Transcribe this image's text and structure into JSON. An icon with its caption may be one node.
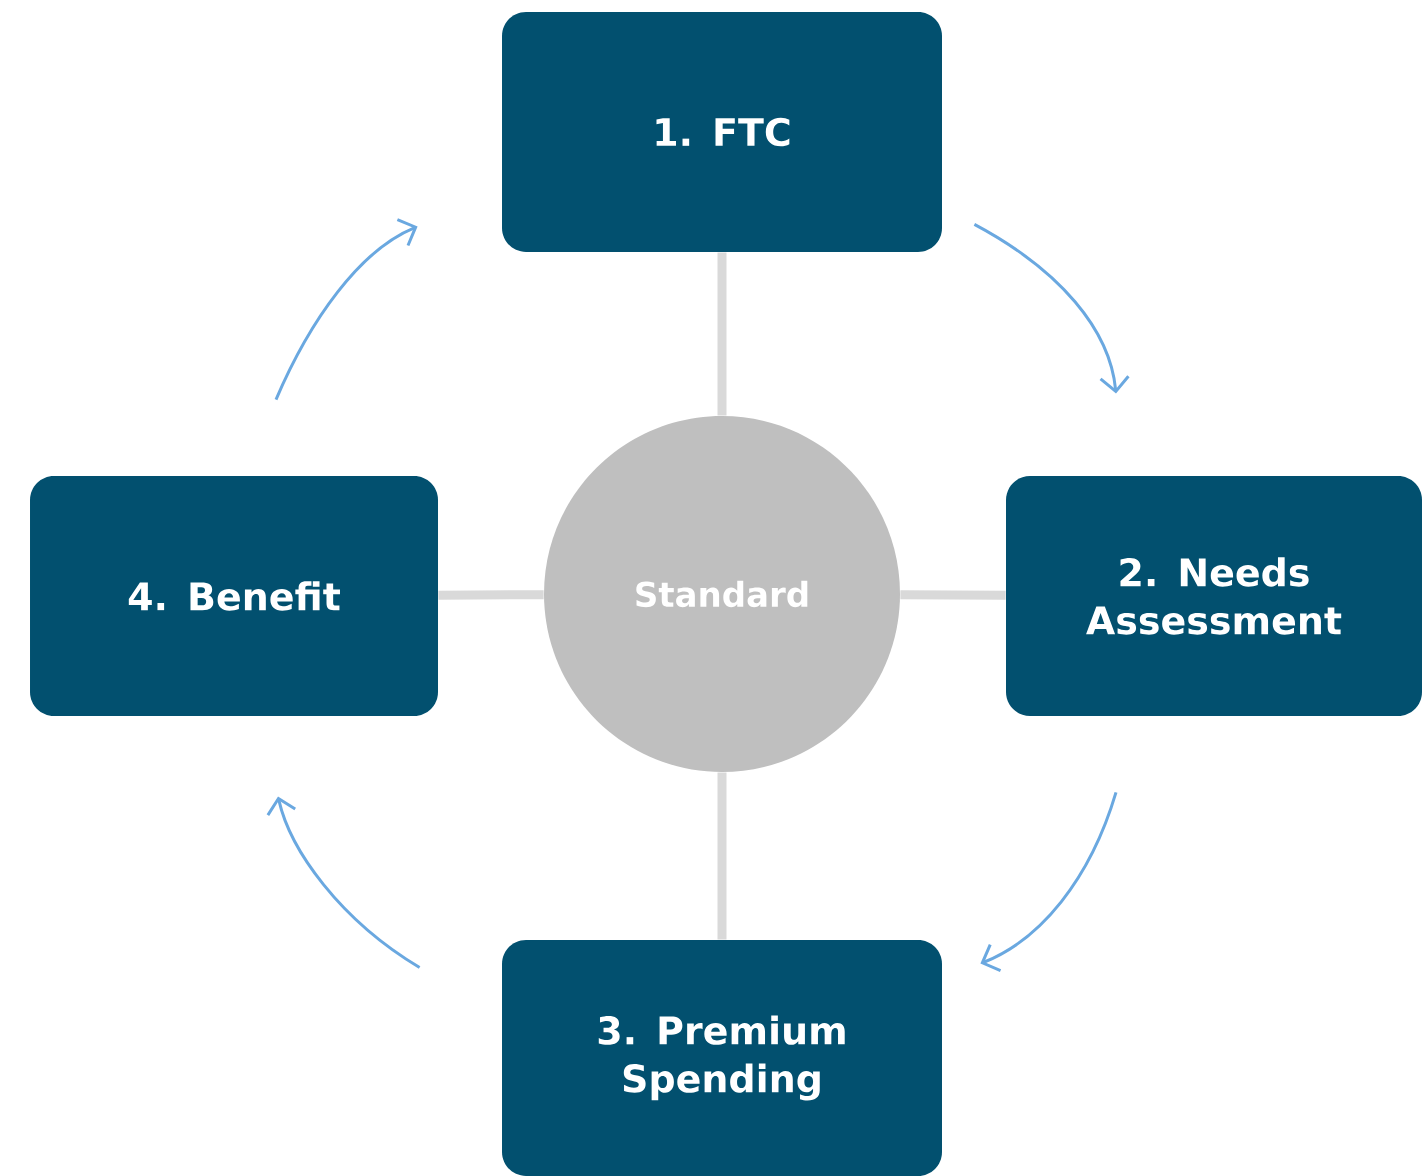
{
  "diagram": {
    "nodes": [
      {
        "text": [
          "1. FTC"
        ]
      },
      {
        "text": [
          "4. Benefit"
        ]
      },
      {
        "text": [
          "Standard"
        ]
      },
      {
        "text": [
          "2. Needs Assessment"
        ]
      },
      {
        "text": [
          "3. Premium Spending"
        ]
      }
    ],
    "edges": [
      {
        "from": 2,
        "to": 0,
        "arrow": "none",
        "style": "thick",
        "color": "#d9d9d9"
      },
      {
        "from": 2,
        "to": 1,
        "arrow": "none",
        "style": "thick",
        "color": "#d9d9d9"
      },
      {
        "from": 2,
        "to": 3,
        "arrow": "none",
        "style": "thick",
        "color": "#d9d9d9"
      },
      {
        "from": 2,
        "to": 4,
        "arrow": "none",
        "style": "thick",
        "color": "#d9d9d9"
      },
      {
        "from": 0,
        "to": 3,
        "arrow": "to",
        "color": "#6aa8e0"
      },
      {
        "from": 3,
        "to": 4,
        "arrow": "to",
        "color": "#6aa8e0"
      },
      {
        "from": 4,
        "to": 1,
        "arrow": "to",
        "color": "#6aa8e0"
      },
      {
        "from": 1,
        "to": 0,
        "arrow": "to",
        "color": "#6aa8e0"
      }
    ]
  }
}
